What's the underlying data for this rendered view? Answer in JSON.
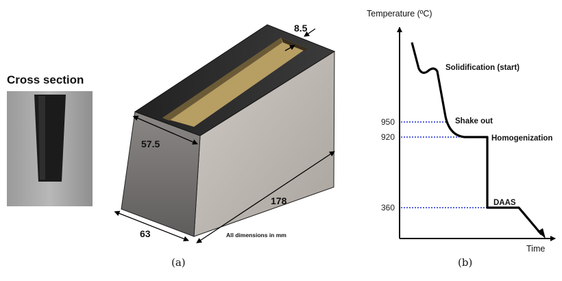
{
  "panel_a": {
    "cross_section_title": "Cross section",
    "dim_top_width": "57.5",
    "dim_wall": "8.5",
    "dim_length": "178",
    "dim_base_width": "63",
    "units_note": "All dimensions in mm",
    "caption": "(a)"
  },
  "panel_b": {
    "y_axis_label": "Temperature (ºC)",
    "x_axis_label": "Time",
    "caption": "(b)",
    "ticks": [
      "950",
      "920",
      "360"
    ],
    "stages": {
      "solidification": "Solidification (start)",
      "shake_out": "Shake out",
      "homogenization": "Homogenization",
      "daas": "DAAS"
    },
    "colors": {
      "curve": "#000000",
      "guide": "#1a2bd6"
    }
  }
}
